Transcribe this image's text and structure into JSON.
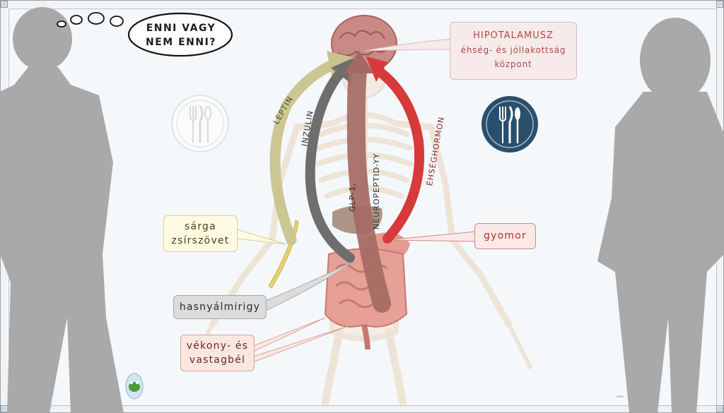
{
  "thought_bubble": {
    "line1": "ENNI VAGY",
    "line2": "NEM ENNI?"
  },
  "callouts": {
    "hypothalamus": {
      "title": "HIPOTALAMUSZ",
      "subtitle": "éhség- és jóllakottság",
      "subtitle2": "központ"
    },
    "fat_tissue": {
      "line1": "sárga",
      "line2": "zsírszövet"
    },
    "stomach": {
      "label": "gyomor"
    },
    "pancreas": {
      "label": "hasnyálmirigy"
    },
    "intestines": {
      "line1": "vékony- és",
      "line2": "vastagbél"
    }
  },
  "arrows": {
    "leptin": "LEPTIN",
    "insulin": "INZULIN",
    "glp1": "GLP-1,",
    "pyy": "NEUROPEPTID-YY",
    "ghrelin": "ÉHSÉGHORMON"
  },
  "signature": "ᴬᴷᴮᴼ",
  "icons": {
    "left_plate": "fork-knife-spoon-icon-outline",
    "right_plate": "fork-knife-spoon-icon-filled"
  },
  "colors": {
    "leptin": "#c9c38d",
    "insulin": "#6e6e6e",
    "glp_pyy": "#a46a62",
    "ghrelin": "#d63a3a",
    "hypothalamus_text": "#b24a4a",
    "plate_filled": "#2a4f6c",
    "silhouette": "#a9a9a9"
  }
}
